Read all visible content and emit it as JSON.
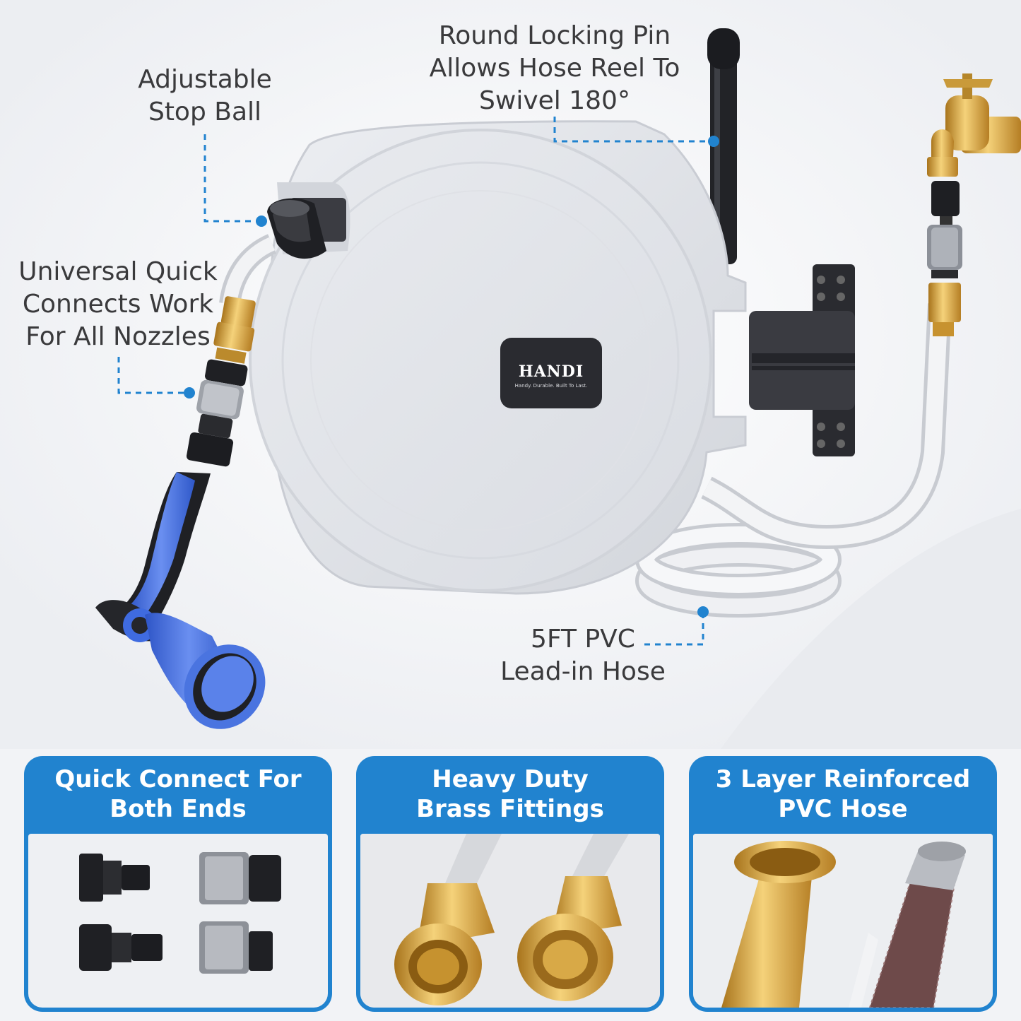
{
  "brand": {
    "name": "HANDI",
    "tagline": "Handy. Durable. Built To Last."
  },
  "callouts": {
    "locking_pin": [
      "Round Locking Pin",
      "Allows Hose Reel To",
      "Swivel 180°"
    ],
    "stop_ball": [
      "Adjustable",
      "Stop Ball"
    ],
    "quick_connects": [
      "Universal Quick",
      "Connects Work",
      "For All Nozzles"
    ],
    "lead_in_hose": [
      "5FT PVC",
      "Lead-in Hose"
    ]
  },
  "features": [
    {
      "title_lines": [
        "Quick Connect For",
        "Both Ends"
      ],
      "icon": "quick-connector-set"
    },
    {
      "title_lines": [
        "Heavy Duty",
        "Brass Fittings"
      ],
      "icon": "brass-fittings"
    },
    {
      "title_lines": [
        "3 Layer Reinforced",
        "PVC Hose"
      ],
      "icon": "reinforced-hose"
    }
  ],
  "colors": {
    "accent": "#2183cf",
    "callout_line": "#2183cf",
    "reel_body": "#e1e3e8",
    "nozzle": "#4a74e0",
    "brass": "#d6a436"
  }
}
